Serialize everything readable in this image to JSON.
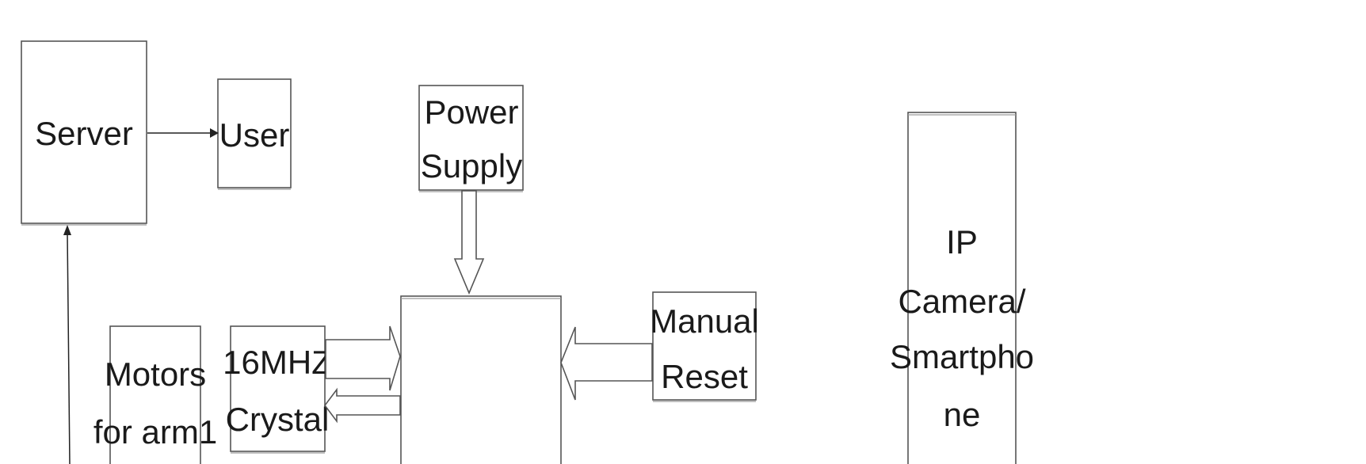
{
  "diagram": {
    "nodes": {
      "server": {
        "lines": [
          "Server"
        ]
      },
      "user": {
        "lines": [
          "User"
        ]
      },
      "power_supply": {
        "lines": [
          "Power",
          "Supply"
        ]
      },
      "microcontroller": {
        "lines": []
      },
      "manual_reset": {
        "lines": [
          "Manual",
          "Reset"
        ]
      },
      "crystal": {
        "lines": [
          "16MHZ",
          "Crystal"
        ]
      },
      "motors_arm1": {
        "lines": [
          "Motors",
          "for arm1"
        ]
      },
      "ip_camera": {
        "lines": [
          "IP",
          "Camera/",
          "Smartpho",
          "ne"
        ]
      }
    },
    "edges": [
      {
        "from": "server",
        "to": "user",
        "style": "thin-arrow"
      },
      {
        "from": "power_supply",
        "to": "microcontroller",
        "style": "block-arrow"
      },
      {
        "from": "manual_reset",
        "to": "microcontroller",
        "style": "block-arrow"
      },
      {
        "from": "crystal",
        "to": "microcontroller",
        "style": "block-arrow"
      },
      {
        "from": "microcontroller",
        "to": "crystal",
        "style": "block-arrow"
      },
      {
        "from": "offscreen-below",
        "to": "server",
        "style": "thin-arrow"
      }
    ]
  }
}
